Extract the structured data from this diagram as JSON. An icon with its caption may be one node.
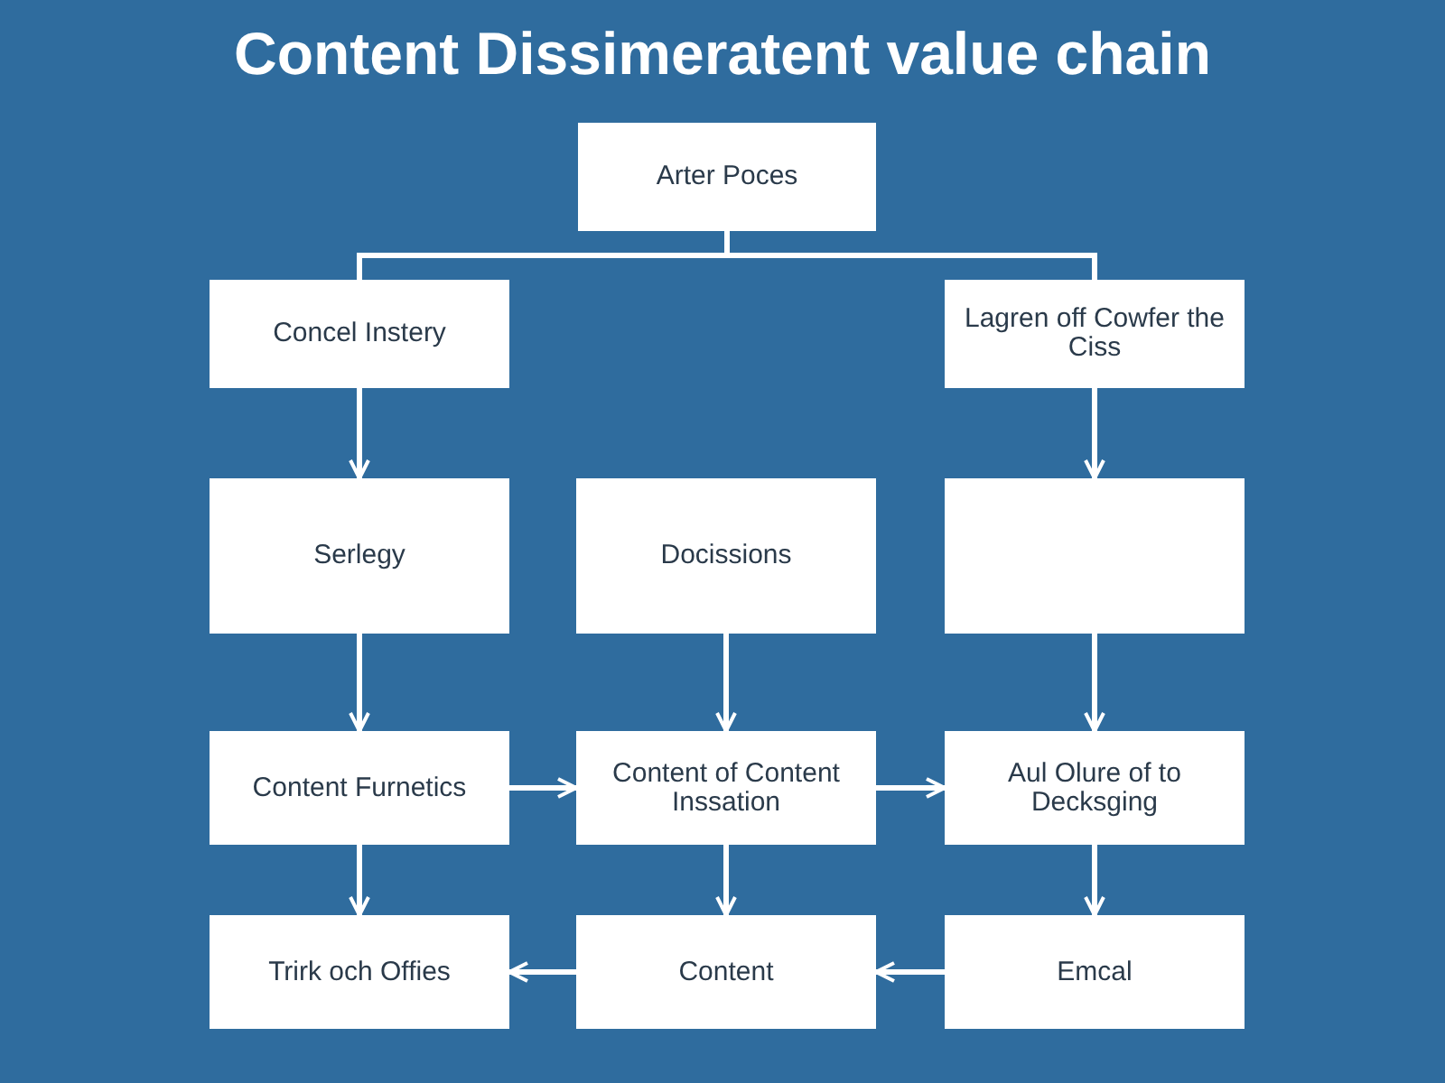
{
  "diagram": {
    "title": "Content Dissimeratent value chain",
    "nodes": [
      {
        "text": [
          "Arter Poces"
        ]
      },
      {
        "text": [
          "Concel Instery"
        ]
      },
      {
        "text": [
          "Lagren off Cowfer the Ciss"
        ]
      },
      {
        "text": [
          "Serlegy"
        ]
      },
      {
        "text": [
          "Docissions"
        ]
      },
      {
        "text": [],
        "shape": "box"
      },
      {
        "text": [
          "Content Furnetics"
        ]
      },
      {
        "text": [
          "Content of Content Inssation"
        ]
      },
      {
        "text": [
          "Aul Olure of to Decksging"
        ]
      },
      {
        "text": [
          "Trirk och Offies"
        ]
      },
      {
        "text": [
          "Content"
        ]
      },
      {
        "text": [
          "Emcal"
        ]
      }
    ],
    "edges": [
      {
        "from": 0,
        "to": 1,
        "arrow": "none"
      },
      {
        "from": 0,
        "to": 2,
        "arrow": "none"
      },
      {
        "from": 1,
        "to": 3,
        "arrow": "to"
      },
      {
        "from": 2,
        "to": 5,
        "arrow": "to"
      },
      {
        "from": 3,
        "to": 6,
        "arrow": "to"
      },
      {
        "from": 4,
        "to": 7,
        "arrow": "to"
      },
      {
        "from": 5,
        "to": 8,
        "arrow": "to"
      },
      {
        "from": 6,
        "to": 7,
        "arrow": "to"
      },
      {
        "from": 7,
        "to": 8,
        "arrow": "to"
      },
      {
        "from": 6,
        "to": 9,
        "arrow": "to"
      },
      {
        "from": 7,
        "to": 10,
        "arrow": "to"
      },
      {
        "from": 8,
        "to": 11,
        "arrow": "to"
      },
      {
        "from": 10,
        "to": 9,
        "arrow": "to"
      },
      {
        "from": 11,
        "to": 10,
        "arrow": "to"
      }
    ]
  }
}
